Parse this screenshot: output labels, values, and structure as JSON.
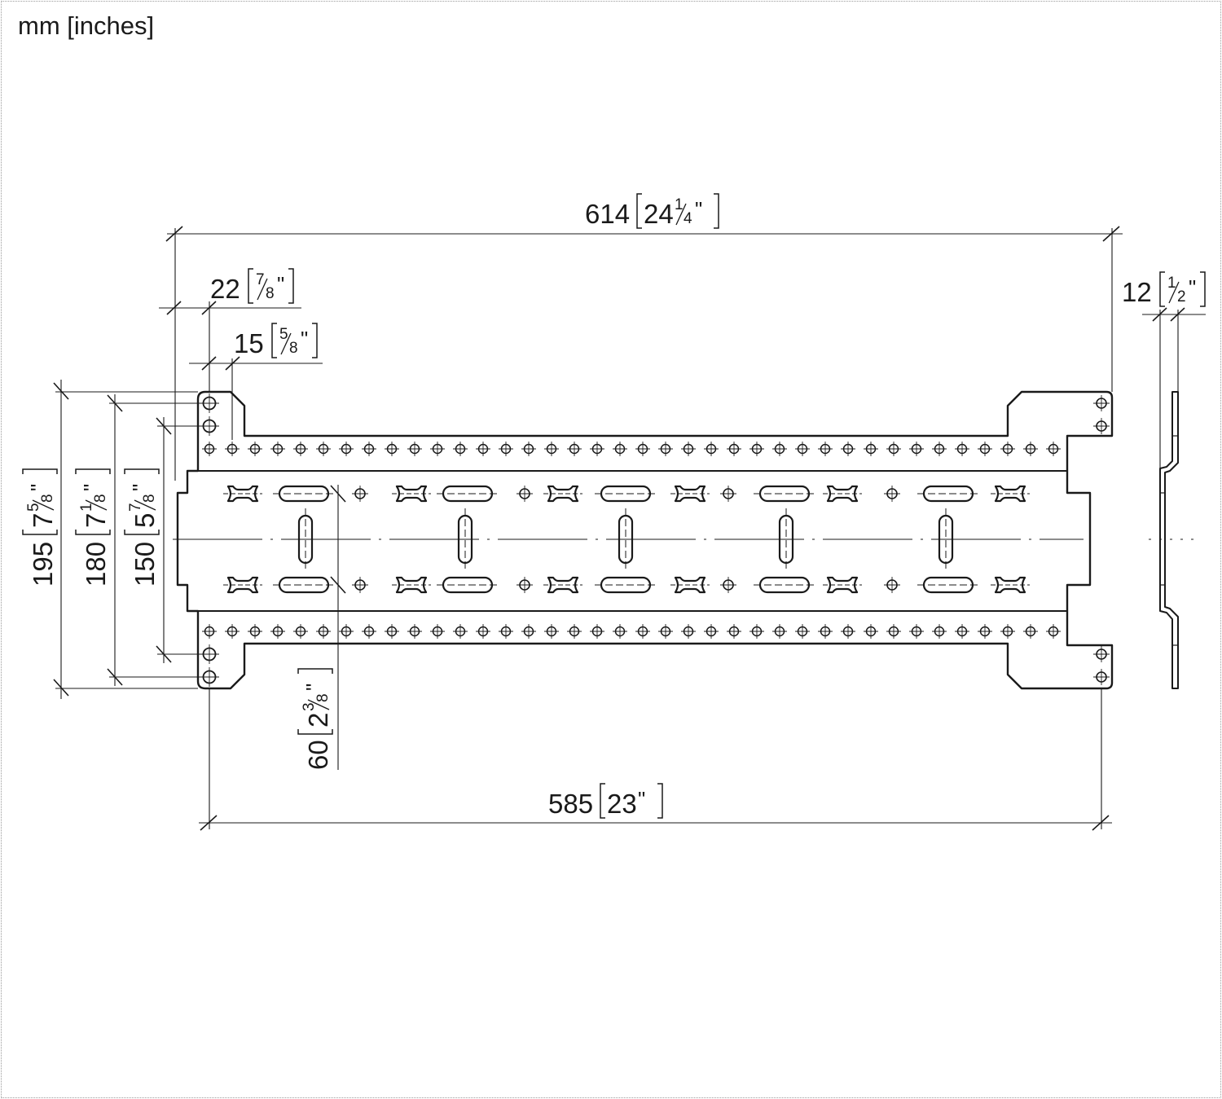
{
  "units_label": "mm [inches]",
  "dimensions": {
    "overall_width": {
      "mm": "614",
      "whole": "24",
      "num": "1",
      "den": "4",
      "quote": "\""
    },
    "hole_spacing": {
      "mm": "585",
      "whole": "23",
      "num": "",
      "den": "",
      "quote": "\""
    },
    "left_offset": {
      "mm": "22",
      "whole": "",
      "num": "7",
      "den": "8",
      "quote": "\""
    },
    "hole_pitch": {
      "mm": "15",
      "whole": "",
      "num": "5",
      "den": "8",
      "quote": "\""
    },
    "thickness": {
      "mm": "12",
      "whole": "",
      "num": "1",
      "den": "2",
      "quote": "\""
    },
    "overall_height": {
      "mm": "195",
      "whole": "7",
      "num": "5",
      "den": "8",
      "quote": "\""
    },
    "outer_holes": {
      "mm": "180",
      "whole": "7",
      "num": "1",
      "den": "8",
      "quote": "\""
    },
    "inner_holes": {
      "mm": "150",
      "whole": "5",
      "num": "7",
      "den": "8",
      "quote": "\""
    },
    "slot_spacing": {
      "mm": "60",
      "whole": "2",
      "num": "3",
      "den": "8",
      "quote": "\""
    }
  }
}
